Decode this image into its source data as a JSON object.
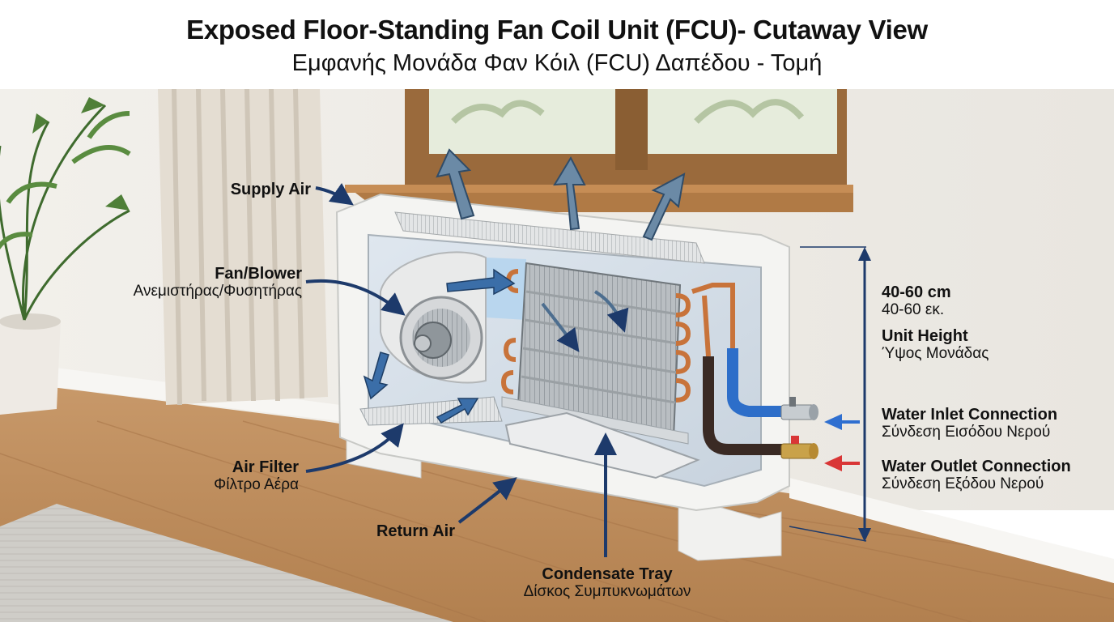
{
  "title_en": "Exposed Floor-Standing Fan Coil Unit (FCU)- Cutaway View",
  "title_gr": "Εμφανής Μονάδα Φαν Κόιλ (FCU) Δαπέδου - Τομή",
  "labels": {
    "supply_air": "Supply Air",
    "fan_en": "Fan/Blower",
    "fan_gr": "Ανεμιστήρας/Φυσητήρας",
    "filter_en": "Air Filter",
    "filter_gr": "Φίλτρο Αέρα",
    "return_air": "Return Air",
    "tray_en": "Condensate Tray",
    "tray_gr": "Δίσκος Συμπυκνωμάτων",
    "height_value_en": "40-60 cm",
    "height_value_gr": "40-60 εκ.",
    "height_en": "Unit Height",
    "height_gr": "Ύψος Μονάδας",
    "inlet_en": "Water Inlet Connection",
    "inlet_gr": "Σύνδεση Εισόδου Νερού",
    "outlet_en": "Water Outlet Connection",
    "outlet_gr": "Σύνδεση Εξόδου Νερού"
  },
  "colors": {
    "callout_arrow": "#1d3a6b",
    "airflow_arrow": "#6b8aa6",
    "inlet_arrow": "#2f6fd0",
    "outlet_arrow": "#d93636",
    "copper": "#c8733a",
    "supply_pipe": "#2d6ec9",
    "return_pipe": "#3a2a24",
    "wall": "#eeece7",
    "floor": "#c79a66",
    "window_frame": "#9a6a3c"
  }
}
